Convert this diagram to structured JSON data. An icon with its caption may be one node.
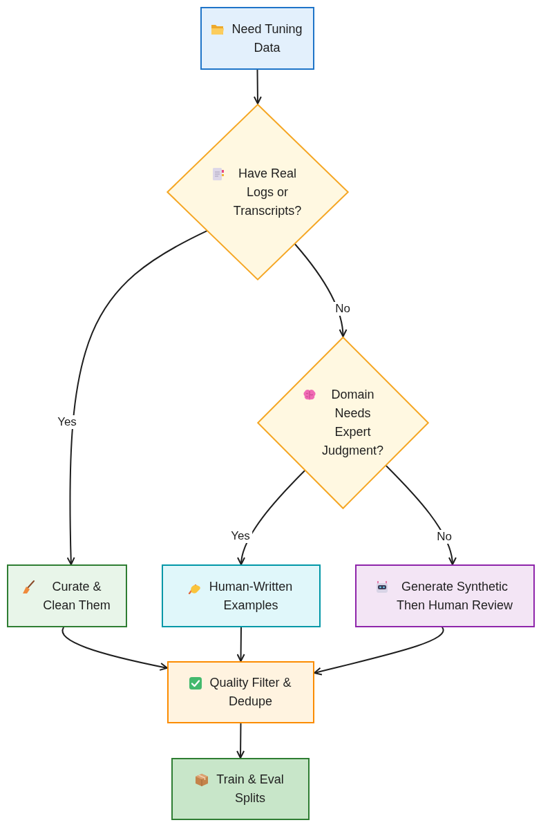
{
  "diagram": {
    "nodes": [
      {
        "text": [
          "Need Tuning Data"
        ]
      },
      {
        "text": [
          "Have Real Logs or Transcripts?"
        ]
      },
      {
        "text": [
          "Domain Needs Expert Judgment?"
        ]
      },
      {
        "text": [
          "Curate & Clean Them"
        ]
      },
      {
        "text": [
          "Human-Written Examples"
        ]
      },
      {
        "text": [
          "Generate Synthetic Then Human Review"
        ]
      },
      {
        "text": [
          "Quality Filter & Dedupe"
        ]
      },
      {
        "text": [
          "Train & Eval Splits"
        ]
      }
    ],
    "edges": [
      {
        "from": 0,
        "to": 1,
        "arrow": "to"
      },
      {
        "from": 1,
        "to": 3,
        "arrow": "to",
        "label": "Yes"
      },
      {
        "from": 1,
        "to": 2,
        "arrow": "to",
        "label": "No"
      },
      {
        "from": 2,
        "to": 4,
        "arrow": "to",
        "label": "Yes"
      },
      {
        "from": 2,
        "to": 5,
        "arrow": "to",
        "label": "No"
      },
      {
        "from": 3,
        "to": 6,
        "arrow": "to"
      },
      {
        "from": 4,
        "to": 6,
        "arrow": "to"
      },
      {
        "from": 5,
        "to": 6,
        "arrow": "to"
      },
      {
        "from": 6,
        "to": 7,
        "arrow": "to"
      }
    ]
  }
}
